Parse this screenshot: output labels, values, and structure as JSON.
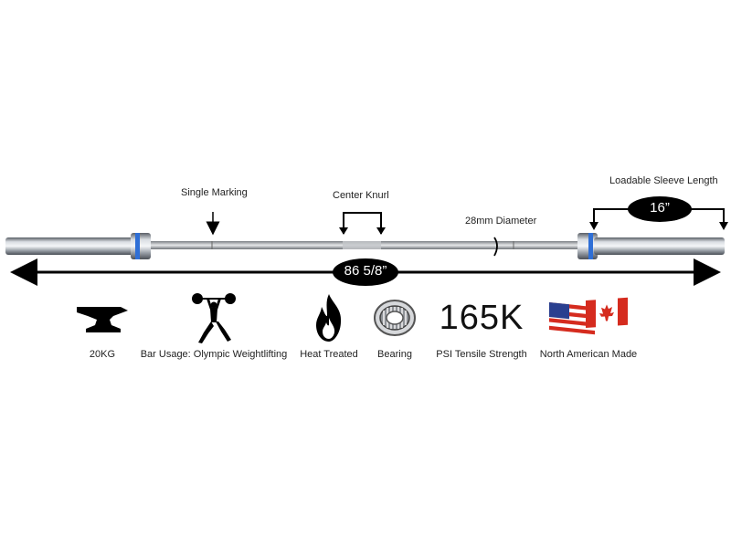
{
  "annotations": {
    "single_marking": "Single Marking",
    "center_knurl": "Center Knurl",
    "diameter": "28mm Diameter",
    "sleeve_length_title": "Loadable Sleeve Length",
    "sleeve_length_value": "16”",
    "total_length_value": "86 5/8”"
  },
  "features": [
    {
      "icon": "anvil-icon",
      "label": "20KG"
    },
    {
      "icon": "weightlifter-icon",
      "label": "Bar Usage: Olympic Weightlifting"
    },
    {
      "icon": "flame-icon",
      "label": "Heat Treated"
    },
    {
      "icon": "bearing-icon",
      "label": "Bearing"
    },
    {
      "icon": "tensile-number",
      "value": "165K",
      "label": "PSI Tensile Strength"
    },
    {
      "icon": "flags-icon",
      "label": "North American Made"
    }
  ],
  "colors": {
    "sleeve_collar_accent": "#2f6fd6",
    "badge": "#000000",
    "flag_red": "#d52b1e",
    "flag_blue": "#2a3f8f"
  }
}
